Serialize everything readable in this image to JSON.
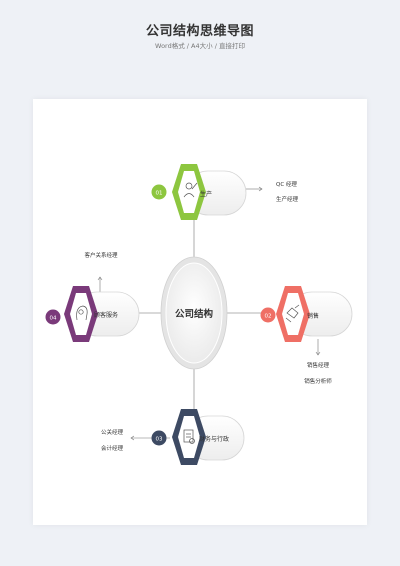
{
  "header": {
    "title": "公司结构思维导图",
    "subtitle": "Word格式 / A4大小 / 直接打印"
  },
  "diagram": {
    "center": "公司结构",
    "nodes": [
      {
        "num": "01",
        "label": "生产",
        "color": "#8dc63f",
        "icon": "engineer-icon",
        "items": [
          "QC  经理",
          "生产经理"
        ]
      },
      {
        "num": "02",
        "label": "销售",
        "color": "#ef6f65",
        "icon": "handshake-icon",
        "items": [
          "销售经理",
          "销售分析师"
        ]
      },
      {
        "num": "03",
        "label": "财务与行政",
        "color": "#3d4a63",
        "icon": "finance-icon",
        "items": [
          "公关经理",
          "会计经理"
        ]
      },
      {
        "num": "04",
        "label": "顾客服务",
        "color": "#7a3a7a",
        "icon": "gear-head-icon",
        "items": [
          "客户关系经理"
        ]
      }
    ]
  }
}
